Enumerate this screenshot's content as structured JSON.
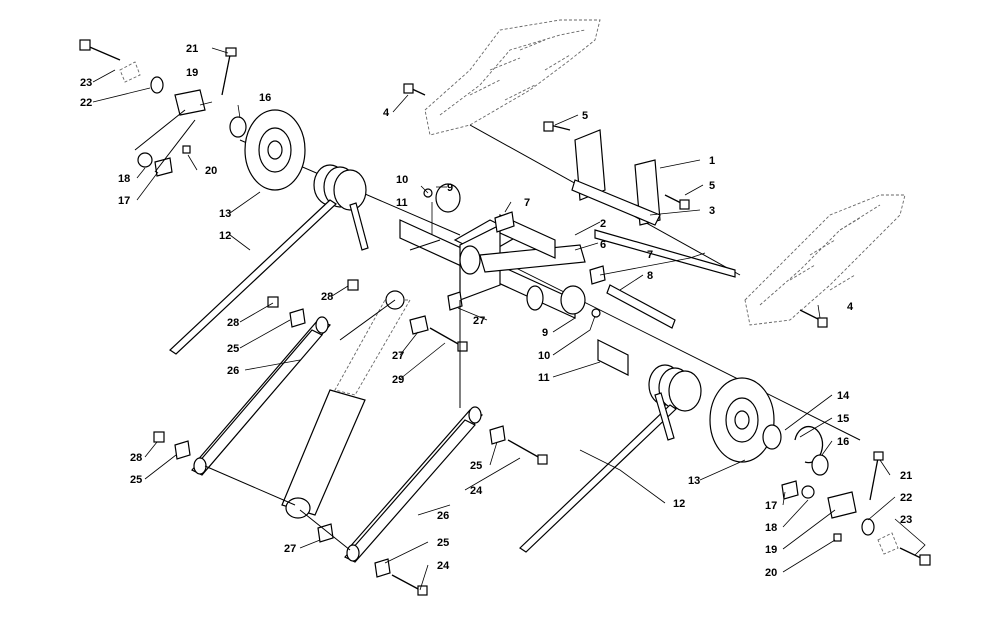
{
  "callouts": {
    "c1": "1",
    "c2": "2",
    "c3": "3",
    "c4a": "4",
    "c4b": "4",
    "c5a": "5",
    "c5b": "5",
    "c6": "6",
    "c7a": "7",
    "c7b": "7",
    "c8": "8",
    "c9a": "9",
    "c9b": "9",
    "c10a": "10",
    "c10b": "10",
    "c11a": "11",
    "c11b": "11",
    "c12a": "12",
    "c12b": "12",
    "c13a": "13",
    "c13b": "13",
    "c14": "14",
    "c15": "15",
    "c16a": "16",
    "c16b": "16",
    "c17a": "17",
    "c17b": "17",
    "c18a": "18",
    "c18b": "18",
    "c19a": "19",
    "c19b": "19",
    "c20a": "20",
    "c20b": "20",
    "c21a": "21",
    "c21b": "21",
    "c22a": "22",
    "c22b": "22",
    "c23a": "23",
    "c23b": "23",
    "c24a": "24",
    "c24b": "24",
    "c25a": "25",
    "c25b": "25",
    "c25c": "25",
    "c26a": "26",
    "c26b": "26",
    "c27a": "27",
    "c27b": "27",
    "c27c": "27",
    "c28a": "28",
    "c28b": "28",
    "c28c": "28",
    "c29": "29"
  }
}
